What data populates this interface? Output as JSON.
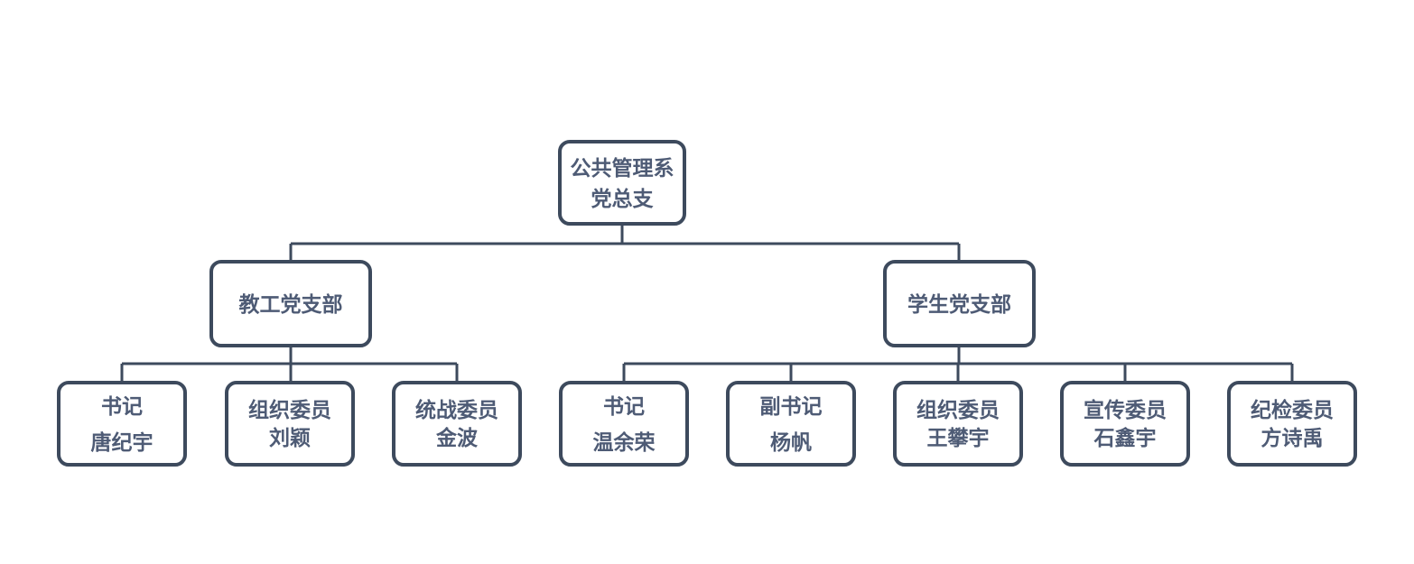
{
  "org_chart": {
    "type": "org-chart",
    "colors": {
      "background": "#ffffff",
      "box_border": "#3d4a5d",
      "text": "#4e5b75",
      "connector": "#3d4a5d"
    },
    "nodes": {
      "root": {
        "title_line1": "公共管理系",
        "title_line2": "党总支"
      },
      "faculty_branch": {
        "title": "教工党支部"
      },
      "student_branch": {
        "title": "学生党支部"
      },
      "faculty_secretary": {
        "role": "书记",
        "name": "唐纪宇"
      },
      "faculty_org_committee": {
        "role": "组织委员",
        "name": "刘颖"
      },
      "faculty_united_front_committee": {
        "role": "统战委员",
        "name": "金波"
      },
      "student_secretary": {
        "role": "书记",
        "name": "温余荣"
      },
      "student_deputy_secretary": {
        "role": "副书记",
        "name": "杨帆"
      },
      "student_org_committee": {
        "role": "组织委员",
        "name": "王攀宇"
      },
      "student_publicity_committee": {
        "role": "宣传委员",
        "name": "石鑫宇"
      },
      "student_discipline_committee": {
        "role": "纪检委员",
        "name": "方诗禹"
      }
    },
    "hierarchy": {
      "root": [
        "faculty_branch",
        "student_branch"
      ],
      "faculty_branch": [
        "faculty_secretary",
        "faculty_org_committee",
        "faculty_united_front_committee"
      ],
      "student_branch": [
        "student_secretary",
        "student_deputy_secretary",
        "student_org_committee",
        "student_publicity_committee",
        "student_discipline_committee"
      ]
    }
  }
}
